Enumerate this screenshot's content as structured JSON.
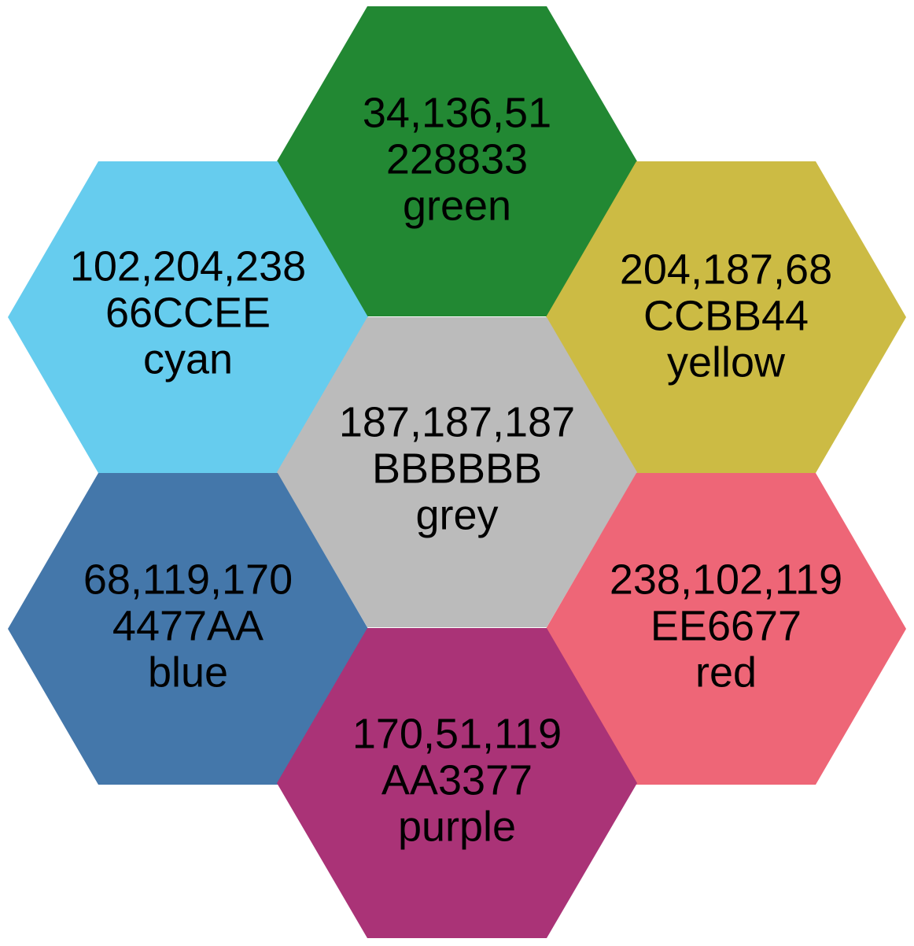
{
  "hexagons": [
    {
      "id": "green",
      "rgb": "34,136,51",
      "hex_code": "228833",
      "name": "green",
      "fill": "#228833"
    },
    {
      "id": "cyan",
      "rgb": "102,204,238",
      "hex_code": "66CCEE",
      "name": "cyan",
      "fill": "#66CCEE"
    },
    {
      "id": "yellow",
      "rgb": "204,187,68",
      "hex_code": "CCBB44",
      "name": "yellow",
      "fill": "#CCBB44"
    },
    {
      "id": "grey",
      "rgb": "187,187,187",
      "hex_code": "BBBBBB",
      "name": "grey",
      "fill": "#BBBBBB"
    },
    {
      "id": "blue",
      "rgb": "68,119,170",
      "hex_code": "4477AA",
      "name": "blue",
      "fill": "#4477AA"
    },
    {
      "id": "red",
      "rgb": "238,102,119",
      "hex_code": "EE6677",
      "name": "red",
      "fill": "#EE6677"
    },
    {
      "id": "purple",
      "rgb": "170,51,119",
      "hex_code": "AA3377",
      "name": "purple",
      "fill": "#AA3377"
    }
  ]
}
